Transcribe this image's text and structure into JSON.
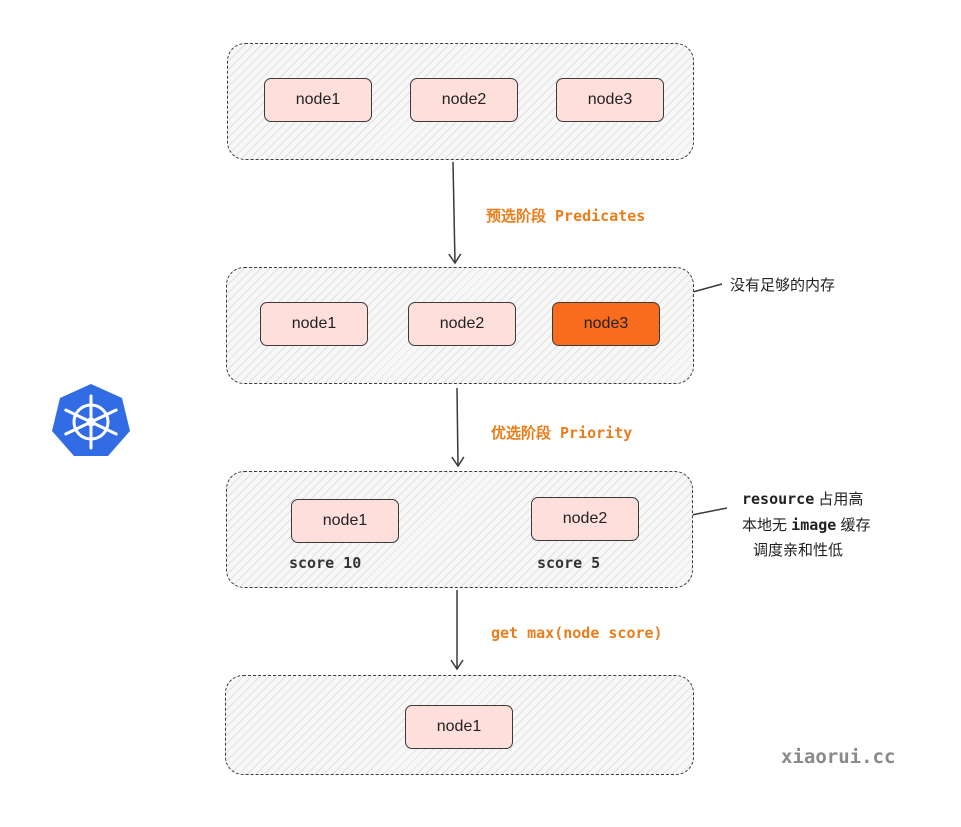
{
  "stages": {
    "all_nodes": {
      "nodes": [
        "node1",
        "node2",
        "node3"
      ]
    },
    "filtered": {
      "nodes": [
        "node1",
        "node2",
        "node3"
      ]
    },
    "scored": {
      "nodes": [
        "node1",
        "node2"
      ],
      "scores": [
        "score 10",
        "score 5"
      ]
    },
    "selected": {
      "nodes": [
        "node1"
      ]
    }
  },
  "labels": {
    "predicates": "预选阶段 Predicates",
    "priority": "优选阶段 Priority",
    "select": "get max(node score)"
  },
  "notes": {
    "memory": "没有足够的内存",
    "reasons": {
      "resource_term": "resource",
      "resource_text": " 占用高",
      "image_pre": "本地无 ",
      "image_term": "image",
      "image_post": " 缓存",
      "affinity": "调度亲和性低"
    }
  },
  "icons": {
    "logo": "kubernetes-helm-wheel-icon"
  },
  "watermark": "xiaorui.cc",
  "colors": {
    "node_fill": "#ffdfdb",
    "rejected_node_fill": "#f96b1d",
    "label_orange": "#ea7d1b",
    "logo_blue": "#326ce5"
  }
}
